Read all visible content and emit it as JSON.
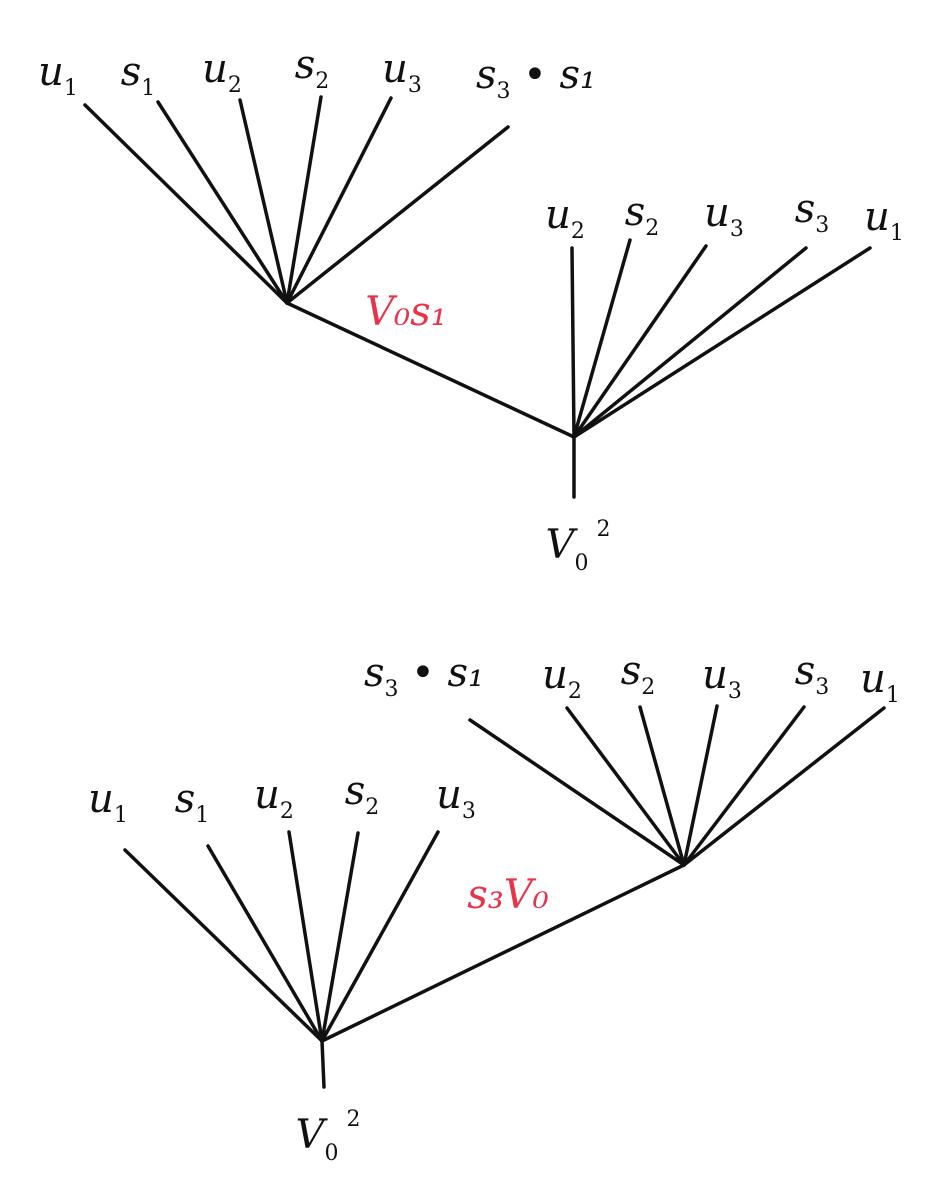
{
  "diagrams": [
    {
      "root_label": {
        "base": "V",
        "sub": "0",
        "sup": "2"
      },
      "edge_label": "V₀s₁",
      "left_leaves": [
        {
          "base": "u",
          "sub": "1"
        },
        {
          "base": "s",
          "sub": "1"
        },
        {
          "base": "u",
          "sub": "2"
        },
        {
          "base": "s",
          "sub": "2"
        },
        {
          "base": "u",
          "sub": "3"
        },
        {
          "base": "s",
          "sub": "3",
          "extra": "s₁"
        }
      ],
      "right_leaves": [
        {
          "base": "u",
          "sub": "2"
        },
        {
          "base": "s",
          "sub": "2"
        },
        {
          "base": "u",
          "sub": "3"
        },
        {
          "base": "s",
          "sub": "3"
        },
        {
          "base": "u",
          "sub": "1"
        }
      ]
    },
    {
      "root_label": {
        "base": "V",
        "sub": "0",
        "sup": "2"
      },
      "edge_label": "s₃V₀",
      "left_leaves": [
        {
          "base": "u",
          "sub": "1"
        },
        {
          "base": "s",
          "sub": "1"
        },
        {
          "base": "u",
          "sub": "2"
        },
        {
          "base": "s",
          "sub": "2"
        },
        {
          "base": "u",
          "sub": "3"
        }
      ],
      "right_leaves": [
        {
          "base": "s",
          "sub": "3",
          "extra": "s₁"
        },
        {
          "base": "u",
          "sub": "2"
        },
        {
          "base": "s",
          "sub": "2"
        },
        {
          "base": "u",
          "sub": "3"
        },
        {
          "base": "s",
          "sub": "3"
        },
        {
          "base": "u",
          "sub": "1"
        }
      ]
    }
  ],
  "colors": {
    "ink": "#111111",
    "edge_label": "#e8344a"
  }
}
